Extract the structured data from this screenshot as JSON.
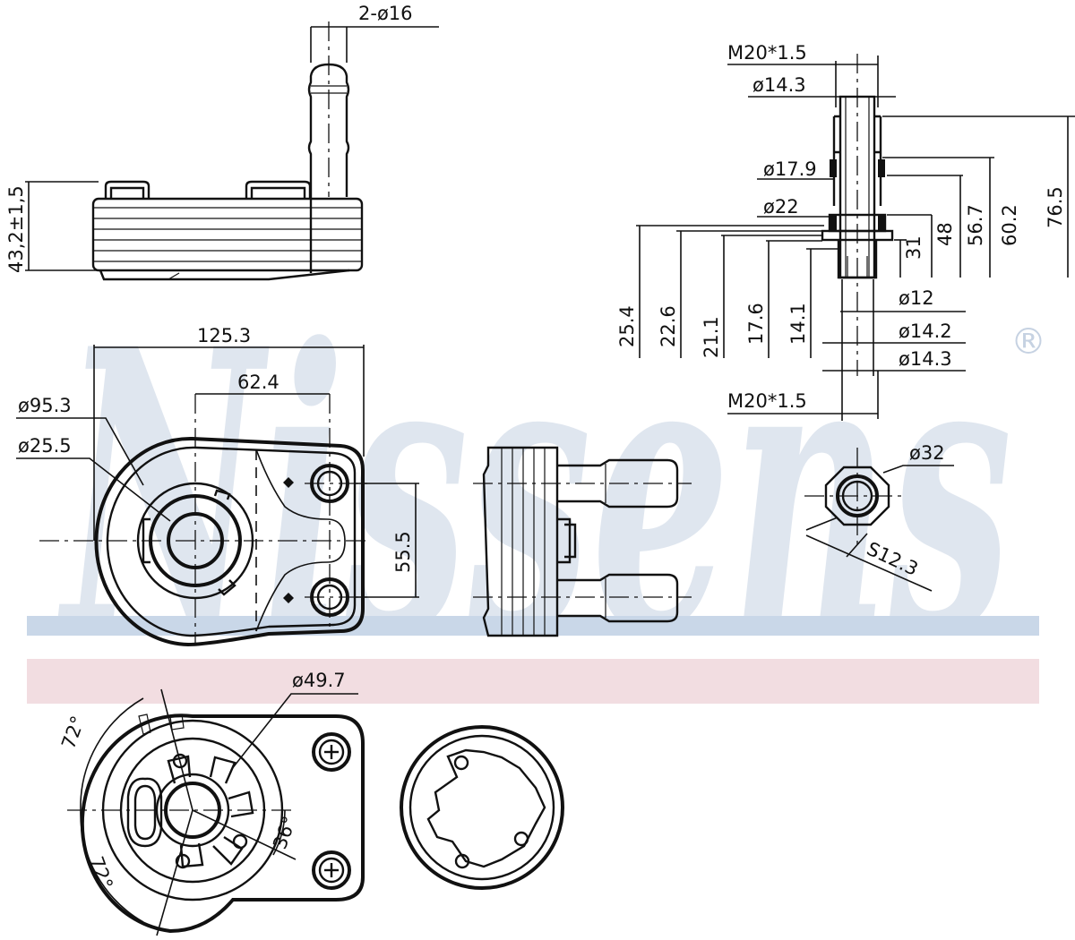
{
  "watermark": {
    "brand": "Nissens",
    "registered": "®",
    "blue_band_color": "#c9d7e8",
    "red_band_color": "#f2dde1"
  },
  "dimensions": {
    "pipe_diameter": "2-ø16",
    "height": "43,2±1,5",
    "width": "125.3",
    "offset": "62.4",
    "outer_diameter": "ø95.3",
    "inner_diameter": "ø25.5",
    "bolt_spacing": "55.5",
    "thread_top": "M20*1.5",
    "thread_bottom": "M20*1.5",
    "d14_3_top": "ø14.3",
    "d17_9": "ø17.9",
    "d22": "ø22",
    "d12": "ø12",
    "d14_2": "ø14.2",
    "d14_3_bottom": "ø14.3",
    "h31": "31",
    "h48": "48",
    "h56_7": "56.7",
    "h60_2": "60.2",
    "h76_5": "76.5",
    "h25_4": "25.4",
    "h22_6": "22.6",
    "h21_1": "21.1",
    "h17_6": "17.6",
    "h14_1": "14.1",
    "nut_diameter": "ø32",
    "wrench_size": "S12.3",
    "bottom_diameter": "ø49.7",
    "angle_72_a": "72°",
    "angle_72_b": "72°",
    "angle_36": "36°"
  }
}
